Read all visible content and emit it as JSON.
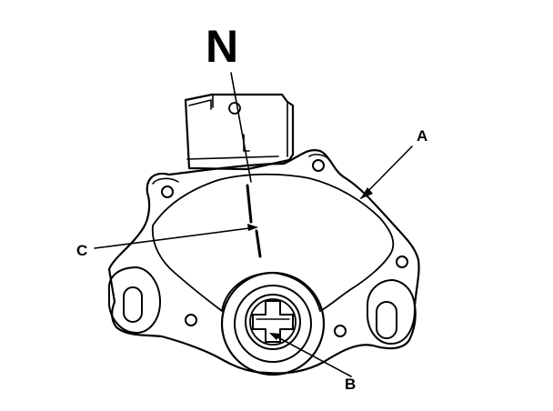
{
  "figure": {
    "labels": {
      "n": "N",
      "a": "A",
      "b": "B",
      "c": "C"
    },
    "colors": {
      "line": "#000000",
      "background": "#ffffff"
    }
  }
}
